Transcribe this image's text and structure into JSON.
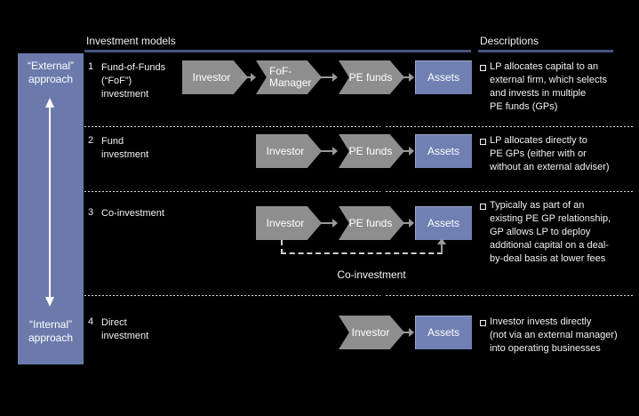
{
  "header": {
    "models_title": "Investment models",
    "descriptions_title": "Descriptions"
  },
  "sidebar": {
    "external_label": "“External”\napproach",
    "internal_label": "“Internal”\napproach"
  },
  "rows": [
    {
      "number": "1",
      "label": "Fund-of-Funds\n(“FoF”)\ninvestment",
      "nodes": [
        "Investor",
        "FoF-\nManager",
        "PE funds",
        "Assets"
      ],
      "description": "LP allocates capital to an\nexternal firm, which selects\nand invests in multiple\nPE funds (GPs)"
    },
    {
      "number": "2",
      "label": "Fund\ninvestment",
      "nodes": [
        "Investor",
        "PE funds",
        "Assets"
      ],
      "description": "LP allocates directly to\nPE GPs (either with or\nwithout an external adviser)"
    },
    {
      "number": "3",
      "label": "Co-investment",
      "nodes": [
        "Investor",
        "PE funds",
        "Assets"
      ],
      "flow_label": "Co-investment",
      "description": "Typically as part of an\nexisting PE GP relationship,\nGP allows LP to deploy\nadditional capital on a deal-\nby-deal basis at lower fees"
    },
    {
      "number": "4",
      "label": "Direct\ninvestment",
      "nodes": [
        "Investor",
        "Assets"
      ],
      "description": "Investor invests directly\n(not via an external manager)\ninto operating businesses"
    }
  ],
  "colors": {
    "background": "#000000",
    "sidebar_blue": "#6b7aab",
    "assets_blue": "#7080b2",
    "shape_gray": "#8e8e8e",
    "header_rule_navy": "#47537d"
  }
}
